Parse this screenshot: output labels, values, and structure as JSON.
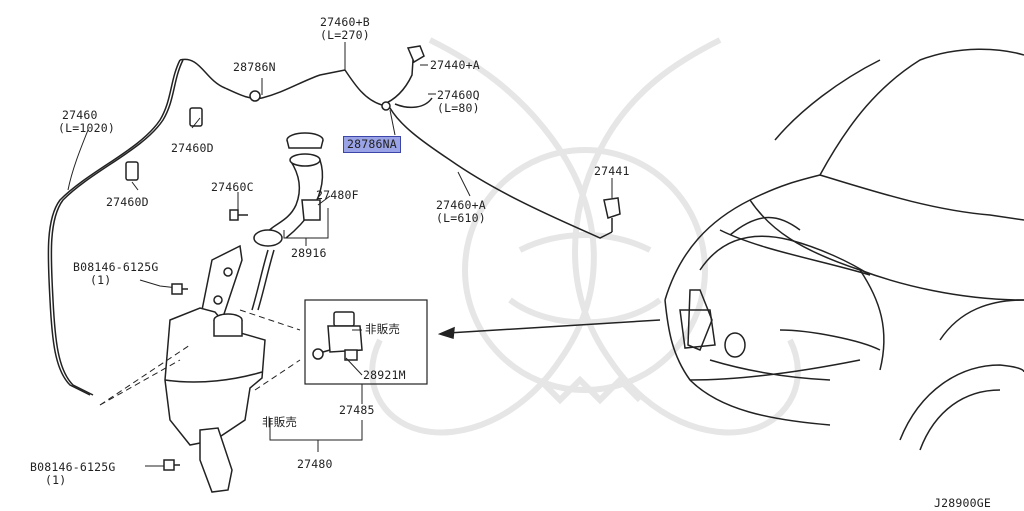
{
  "labels": {
    "p27460B": "27460+B",
    "p27460B_len": "(L=270)",
    "p28786N": "28786N",
    "p27440A": "27440+A",
    "p27460Q": "27460Q",
    "p27460Q_len": "(L=80)",
    "p28786NA": "28786NA",
    "p27460": "27460",
    "p27460_len": "(L=1020)",
    "p27460D_a": "27460D",
    "p27460D_b": "27460D",
    "p27460C": "27460C",
    "p27480F": "27480F",
    "p27460A": "27460+A",
    "p27460A_len": "(L=610)",
    "p27441": "27441",
    "p28916": "28916",
    "bolt1": "B08146-6125G",
    "bolt1_qty": "(1)",
    "not_for_sale_1": "非販売",
    "p28921M": "28921M",
    "p27485": "27485",
    "not_for_sale_2": "非販売",
    "p27480": "27480",
    "bolt2": "B08146-6125G",
    "bolt2_qty": "(1)",
    "diagram_code": "J28900GE"
  },
  "colors": {
    "line": "#222222",
    "highlight_fill": "#9aa3e6",
    "highlight_border": "#3c46a8",
    "watermark": "#e6e6e6"
  }
}
